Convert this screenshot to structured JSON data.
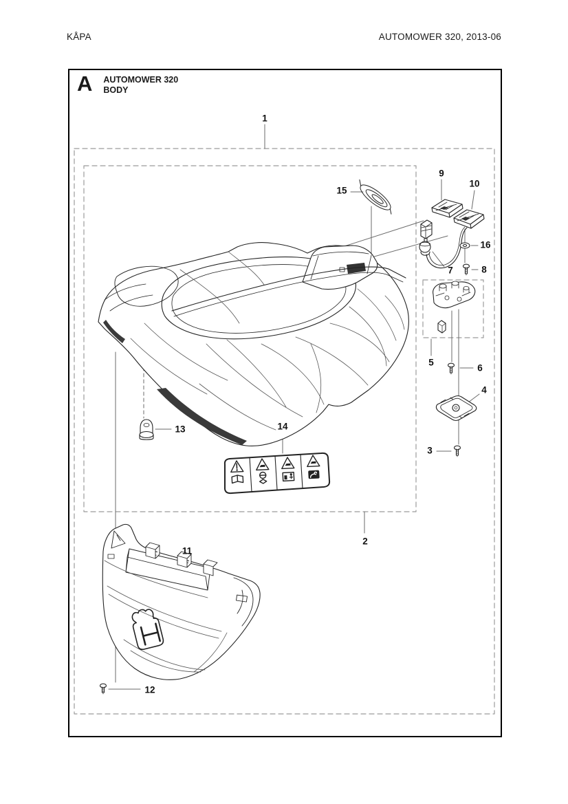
{
  "page": {
    "header_left": "KÅPA",
    "header_right": "AUTOMOWER 320, 2013-06"
  },
  "section": {
    "letter": "A",
    "title_line1": "AUTOMOWER 320",
    "title_line2": "BODY"
  },
  "callouts": {
    "c1": "1",
    "c2": "2",
    "c3": "3",
    "c4": "4",
    "c5": "5",
    "c6": "6",
    "c7": "7",
    "c8": "8",
    "c9": "9",
    "c10": "10",
    "c11": "11",
    "c12": "12",
    "c13": "13",
    "c14": "14",
    "c15": "15",
    "c16": "16"
  },
  "warning_label": {
    "panel_icons": [
      "warning-read-manual-icon",
      "warning-keep-distance-icon",
      "warning-children-away-icon",
      "warning-no-riding-icon"
    ]
  },
  "colors": {
    "line": "#222222",
    "detail_line": "#555555",
    "dash": "#9b9b9b",
    "dark_fill": "#3a3a3a"
  }
}
